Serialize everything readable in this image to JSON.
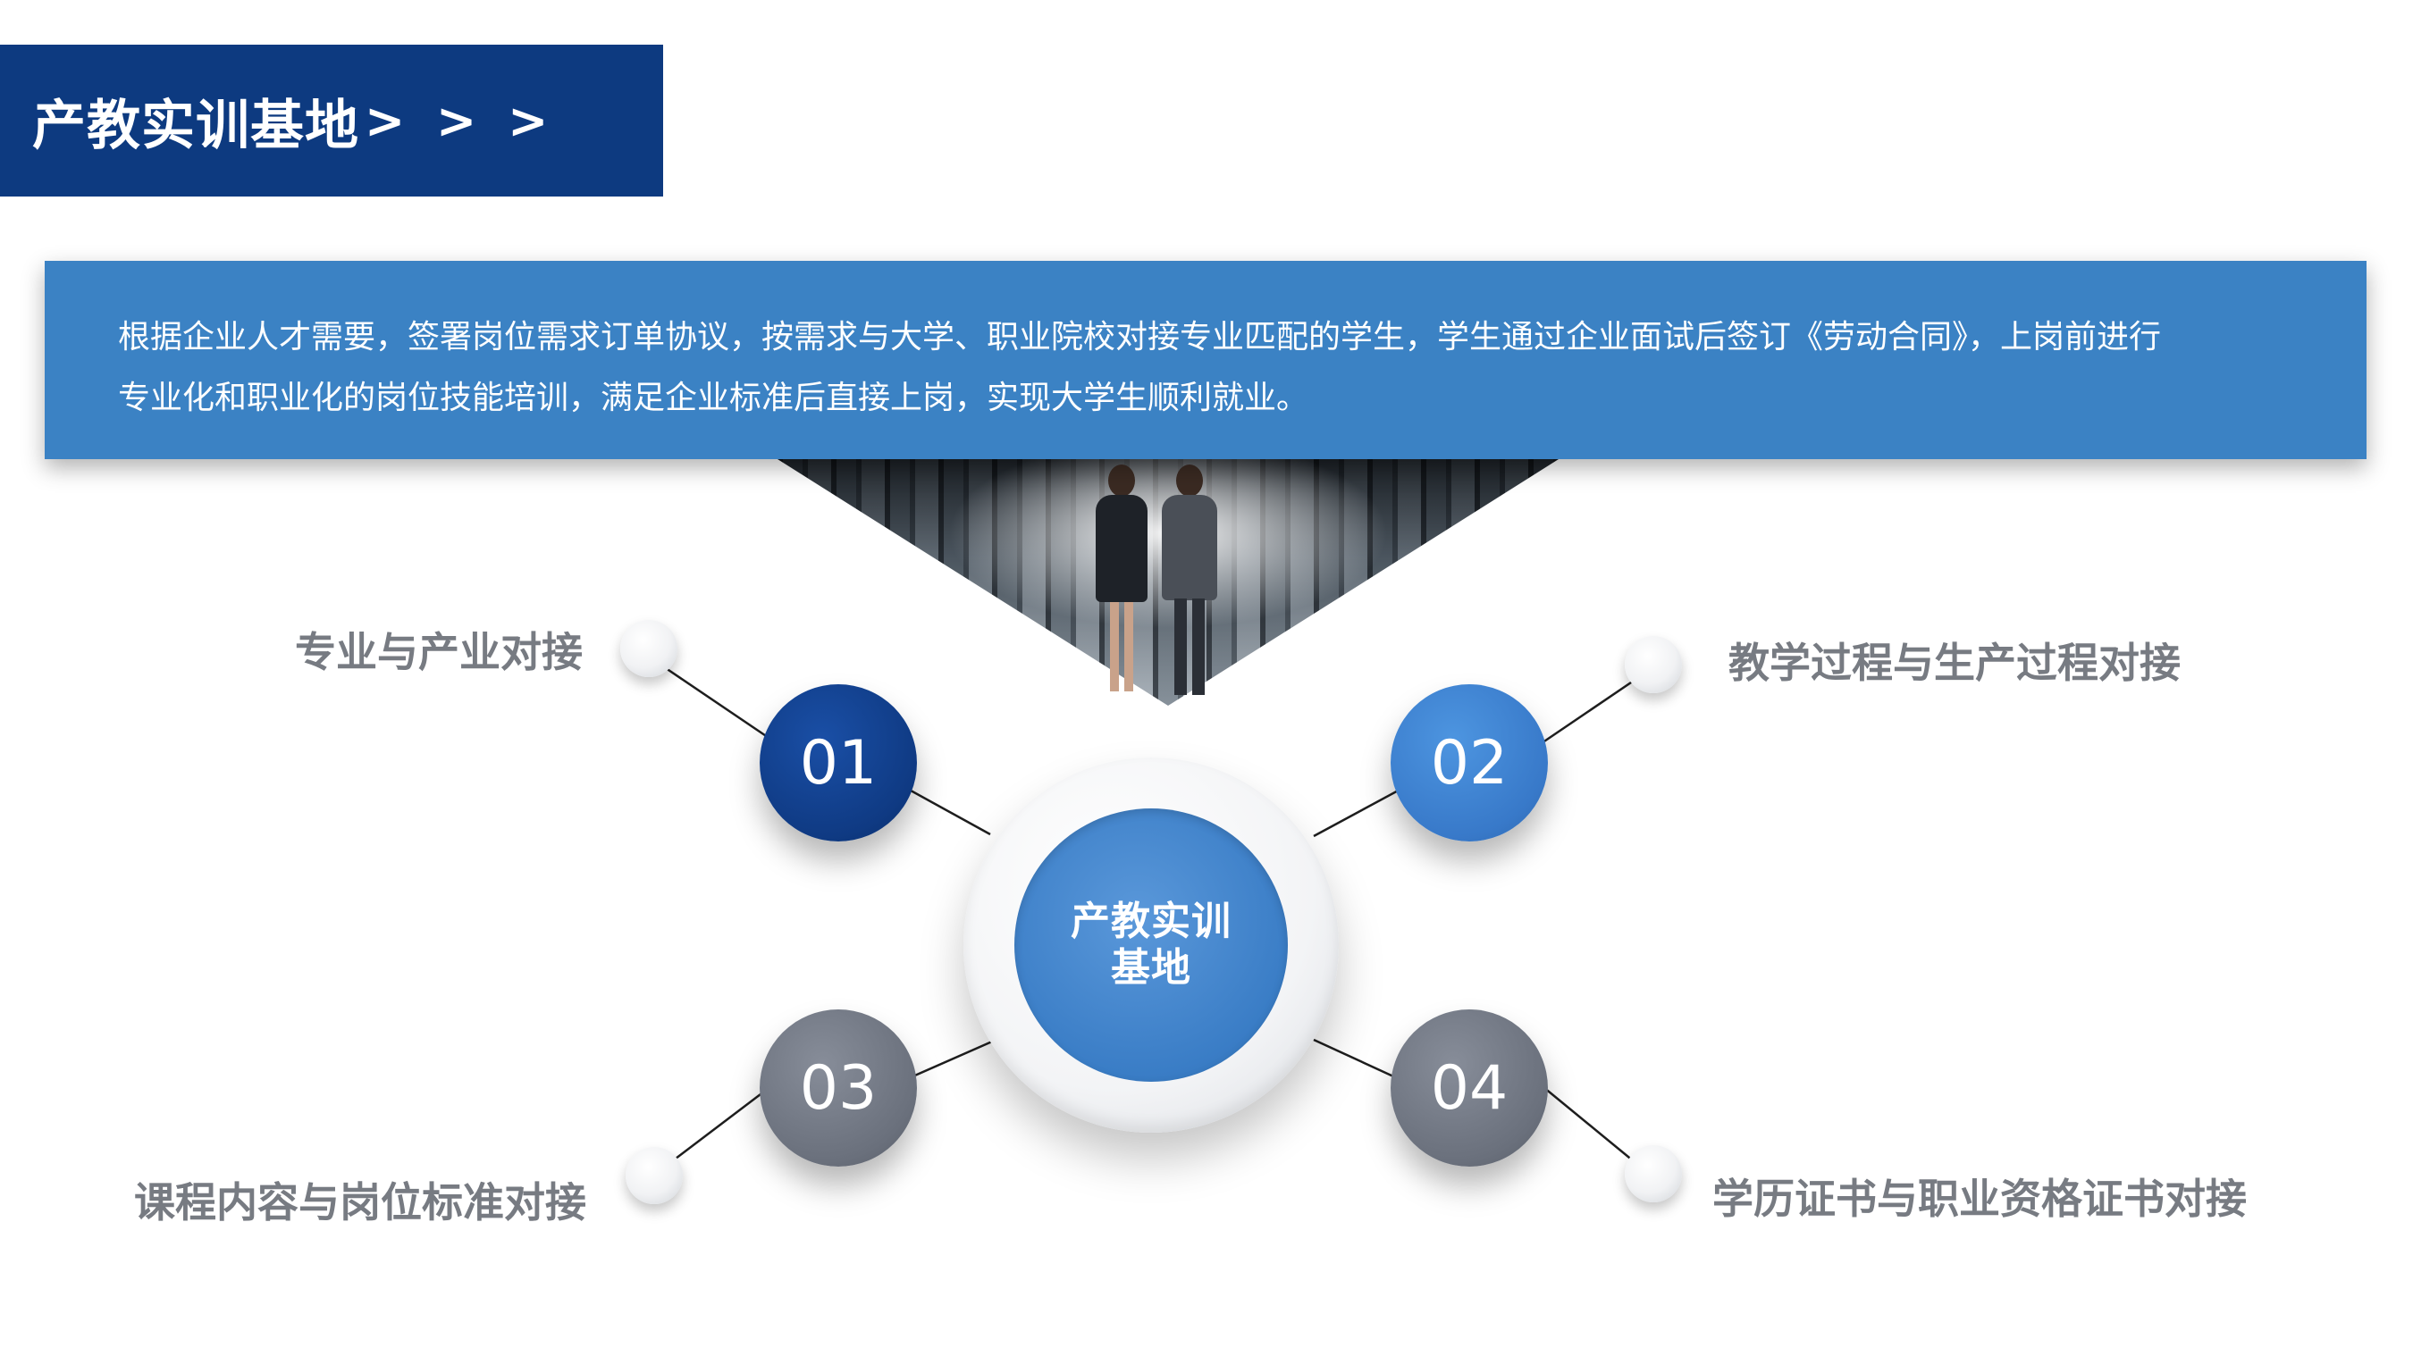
{
  "header": {
    "title": "产教实训基地",
    "arrows": "> > >"
  },
  "description": {
    "line1": "根据企业人才需要，签署岗位需求订单协议，按需求与大学、职业院校对接专业匹配的学生，学生通过企业面试后签订《劳动合同》，上岗前进行",
    "line2": "专业化和职业化的岗位技能培训，满足企业标准后直接上岗，实现大学生顺利就业。"
  },
  "hub": {
    "line1": "产教实训",
    "line2": "基地"
  },
  "items": [
    {
      "number": "01",
      "label": "专业与产业对接",
      "color": "#0f3a83"
    },
    {
      "number": "02",
      "label": "教学过程与生产过程对接",
      "color": "#3879c9"
    },
    {
      "number": "03",
      "label": "课程内容与岗位标准对接",
      "color": "#6a707c"
    },
    {
      "number": "04",
      "label": "学历证书与职业资格证书对接",
      "color": "#6a707c"
    }
  ],
  "colors": {
    "title_bar": "#0d3a80",
    "description_box": "#3b82c4",
    "hub": "#3a7dc6",
    "label_text": "#777b82"
  }
}
